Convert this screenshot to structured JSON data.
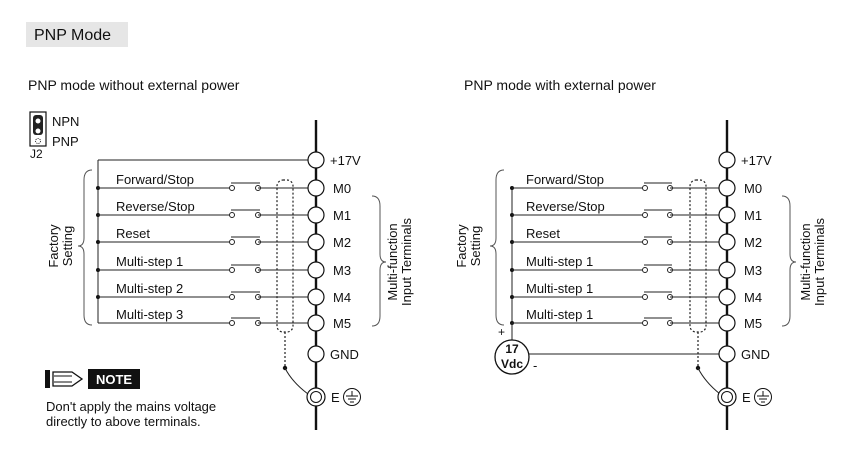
{
  "header": {
    "mode_title": "PNP Mode",
    "bg_color": "#e6e6e6"
  },
  "left": {
    "title": "PNP mode without external power",
    "jumper": {
      "npn": "NPN",
      "pnp": "PNP",
      "label": "J2"
    },
    "bracket_label": [
      "Factory",
      "Setting"
    ],
    "inputs": [
      "Forward/Stop",
      "Reverse/Stop",
      "Reset",
      "Multi-step 1",
      "Multi-step 2",
      "Multi-step 3"
    ],
    "terminals": [
      "+17V",
      "M0",
      "M1",
      "M2",
      "M3",
      "M4",
      "M5",
      "GND"
    ],
    "earth_label": "E",
    "right_label": [
      "Multi-function",
      "Input Terminals"
    ],
    "note": {
      "badge": "NOTE",
      "lines": [
        "Don't apply the mains voltage",
        "directly to above terminals."
      ]
    }
  },
  "right": {
    "title": "PNP mode with external power",
    "bracket_label": [
      "Factory",
      "Setting"
    ],
    "inputs": [
      "Forward/Stop",
      "Reverse/Stop",
      "Reset",
      "Multi-step 1",
      "Multi-step 1",
      "Multi-step 1"
    ],
    "terminals": [
      "+17V",
      "M0",
      "M1",
      "M2",
      "M3",
      "M4",
      "M5",
      "GND"
    ],
    "earth_label": "E",
    "right_label": [
      "Multi-function",
      "Input Terminals"
    ],
    "source": {
      "value": "17",
      "unit": "Vdc",
      "plus": "+",
      "minus": "-"
    }
  }
}
